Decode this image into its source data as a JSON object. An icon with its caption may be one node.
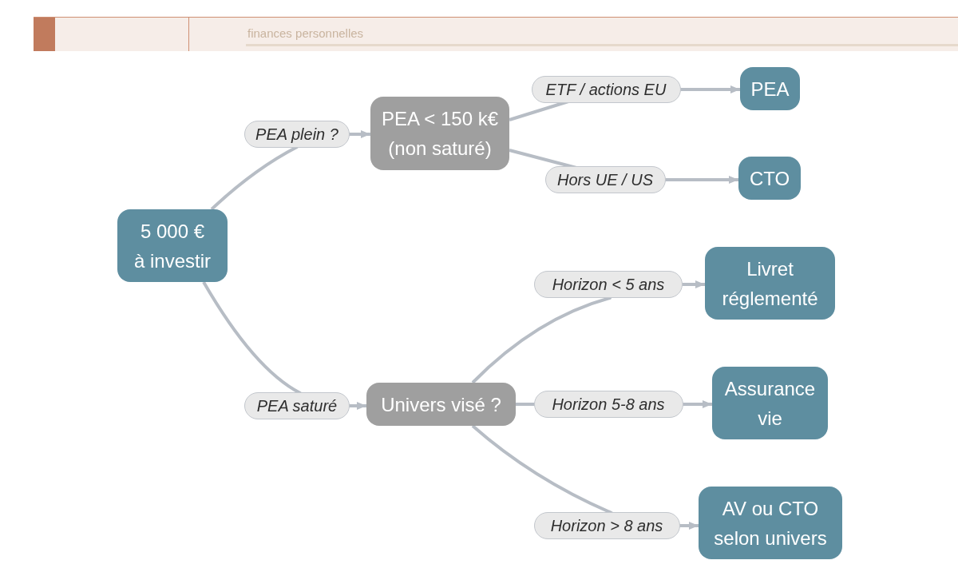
{
  "diagram": {
    "nodes": [
      {
        "text": [
          "5 000 € à investir"
        ]
      },
      {
        "text": [
          "PEA < 150 k€ (non saturé)"
        ]
      },
      {
        "text": [
          "PEA"
        ]
      },
      {
        "text": [
          "CTO"
        ]
      },
      {
        "text": [
          "Univers visé ?"
        ]
      },
      {
        "text": [
          "Livret réglementé"
        ]
      },
      {
        "text": [
          "Assurance vie"
        ]
      },
      {
        "text": [
          "AV ou CTO selon univers"
        ]
      }
    ],
    "edges": [
      {
        "from": 0,
        "to": 1,
        "label": "PEA plein ?",
        "arrow": "to"
      },
      {
        "from": 1,
        "to": 2,
        "label": "ETF / actions EU",
        "arrow": "to"
      },
      {
        "from": 1,
        "to": 3,
        "label": "Hors UE / US",
        "arrow": "to"
      },
      {
        "from": 0,
        "to": 4,
        "label": "PEA saturé",
        "arrow": "to"
      },
      {
        "from": 4,
        "to": 5,
        "label": "Horizon < 5 ans",
        "arrow": "to"
      },
      {
        "from": 4,
        "to": 6,
        "label": "Horizon 5-8 ans",
        "arrow": "to"
      },
      {
        "from": 4,
        "to": 7,
        "label": "Horizon > 8 ans",
        "arrow": "to"
      }
    ],
    "labels": [
      "finances personnelles"
    ]
  }
}
